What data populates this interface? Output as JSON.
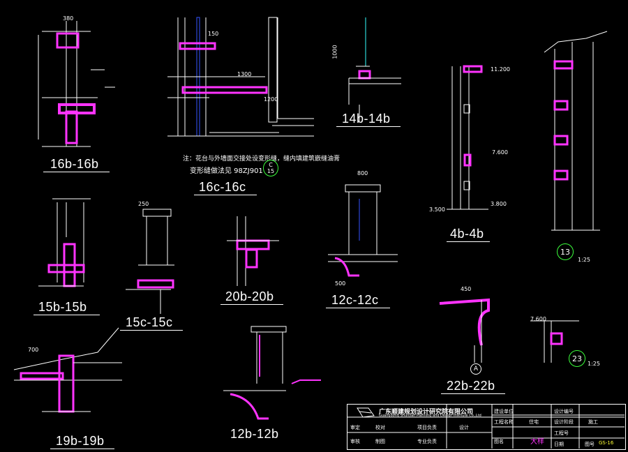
{
  "labels": {
    "l16b": "16b-16b",
    "l16c": "16c-16c",
    "l14b": "14b-14b",
    "l4b": "4b-4b",
    "l15b": "15b-15b",
    "l15c": "15c-15c",
    "l20b": "20b-20b",
    "l12c": "12c-12c",
    "l19b": "19b-19b",
    "l12b": "12b-12b",
    "l22b": "22b-22b"
  },
  "note": {
    "line1": "注：花台与外墙面交接处设变形缝，缝内填建筑嵌缝油膏",
    "line2": "变形缝做法见 98ZJ901",
    "ref_top": "C",
    "ref_bottom": "15"
  },
  "circles": {
    "c13": "13",
    "c23": "23",
    "cA": "A"
  },
  "scales": {
    "s13": "1:25",
    "s23": "1:25"
  },
  "dims": {
    "d380": "380",
    "d1300": "1300",
    "d1000": "1000",
    "d1200": "1200",
    "d800": "800",
    "d700": "700",
    "d11200": "11.200",
    "d7600": "7.600",
    "d3800": "3.800",
    "d3500": "3.500",
    "d7600b": "7.600",
    "d450": "450",
    "d500": "500",
    "d250": "250",
    "d150": "150"
  },
  "title_block": {
    "company_cn": "广东顺建规划设计研究院有限公司",
    "company_en": "Guangdong Shunjian Planning and Design Institute Co.,Ltd",
    "sheet_name": "大样",
    "sheet_no": "GS-16",
    "f1": "建设单位",
    "f2": "工程名称",
    "f3": "图名",
    "f4": "设计编号",
    "f5": "设计阶段",
    "f6": "工程号",
    "f7": "日期",
    "f8": "图号",
    "f9": "施工",
    "f10": "审定",
    "f11": "审核",
    "f12": "专业负责",
    "f13": "项目负责",
    "f14": "设计",
    "f15": "校对",
    "f16": "制图",
    "f17": "住宅"
  },
  "colors": {
    "magenta": "#ff33ff",
    "line": "#ffffff",
    "green": "#3cff3c",
    "cyan": "#33ffff",
    "blue": "#3355ff",
    "yellow": "#ffff33"
  }
}
